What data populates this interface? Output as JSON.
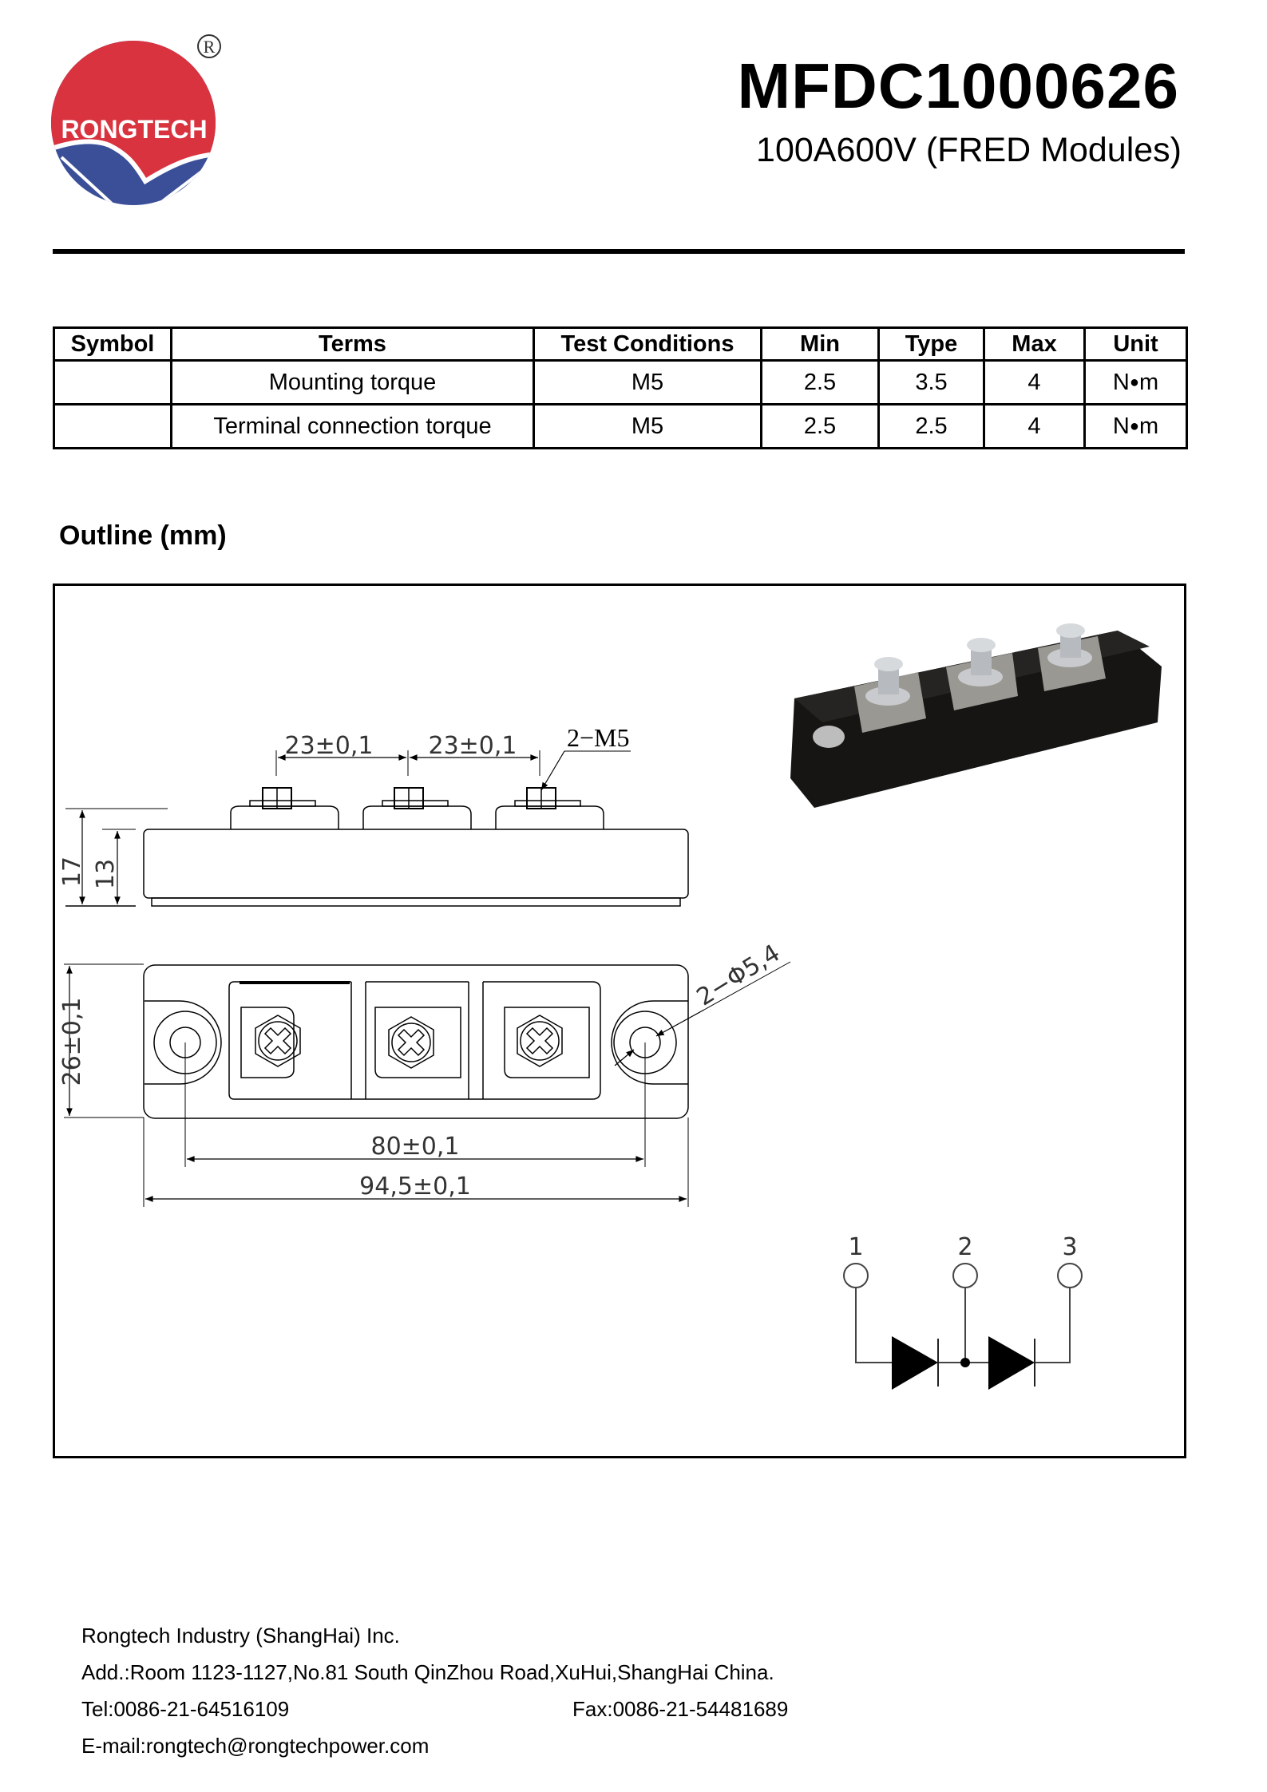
{
  "logo": {
    "brand": "RONGTECH",
    "registered_mark": "R",
    "colors": {
      "red": "#d8333f",
      "blue": "#3a4f98"
    }
  },
  "header": {
    "part_number": "MFDC1000626",
    "subtitle": "100A600V (FRED Modules)"
  },
  "spec_table": {
    "columns": [
      "Symbol",
      "Terms",
      "Test Conditions",
      "Min",
      "Type",
      "Max",
      "Unit"
    ],
    "rows": [
      {
        "symbol": "",
        "terms": "Mounting torque",
        "test_conditions": "M5",
        "min": "2.5",
        "type": "3.5",
        "max": "4",
        "unit_n": "N",
        "unit_dot": "●",
        "unit_m": "m"
      },
      {
        "symbol": "",
        "terms": "Terminal connection torque",
        "test_conditions": "M5",
        "min": "2.5",
        "type": "2.5",
        "max": "4",
        "unit_n": "N",
        "unit_dot": "●",
        "unit_m": "m"
      }
    ]
  },
  "outline": {
    "heading": "Outline (mm)",
    "dimensions": {
      "terminal_pitch_1": "23±0,1",
      "terminal_pitch_2": "23±0,1",
      "terminal_thread": "2−M5",
      "height_total": "17",
      "height_body": "13",
      "width": "26±0,1",
      "hole_diameter": "2−Φ5,4",
      "hole_spacing": "80±0,1",
      "length": "94,5±0,1"
    },
    "circuit": {
      "terminals": [
        "1",
        "2",
        "3"
      ]
    }
  },
  "footer": {
    "company": "Rongtech Industry (ShangHai) Inc.",
    "address": "Add.:Room 1123-1127,No.81 South QinZhou Road,XuHui,ShangHai China.",
    "tel": "Tel:0086-21-64516109",
    "fax": "Fax:0086-21-54481689",
    "email": "E-mail:rongtech@rongtechpower.com"
  }
}
